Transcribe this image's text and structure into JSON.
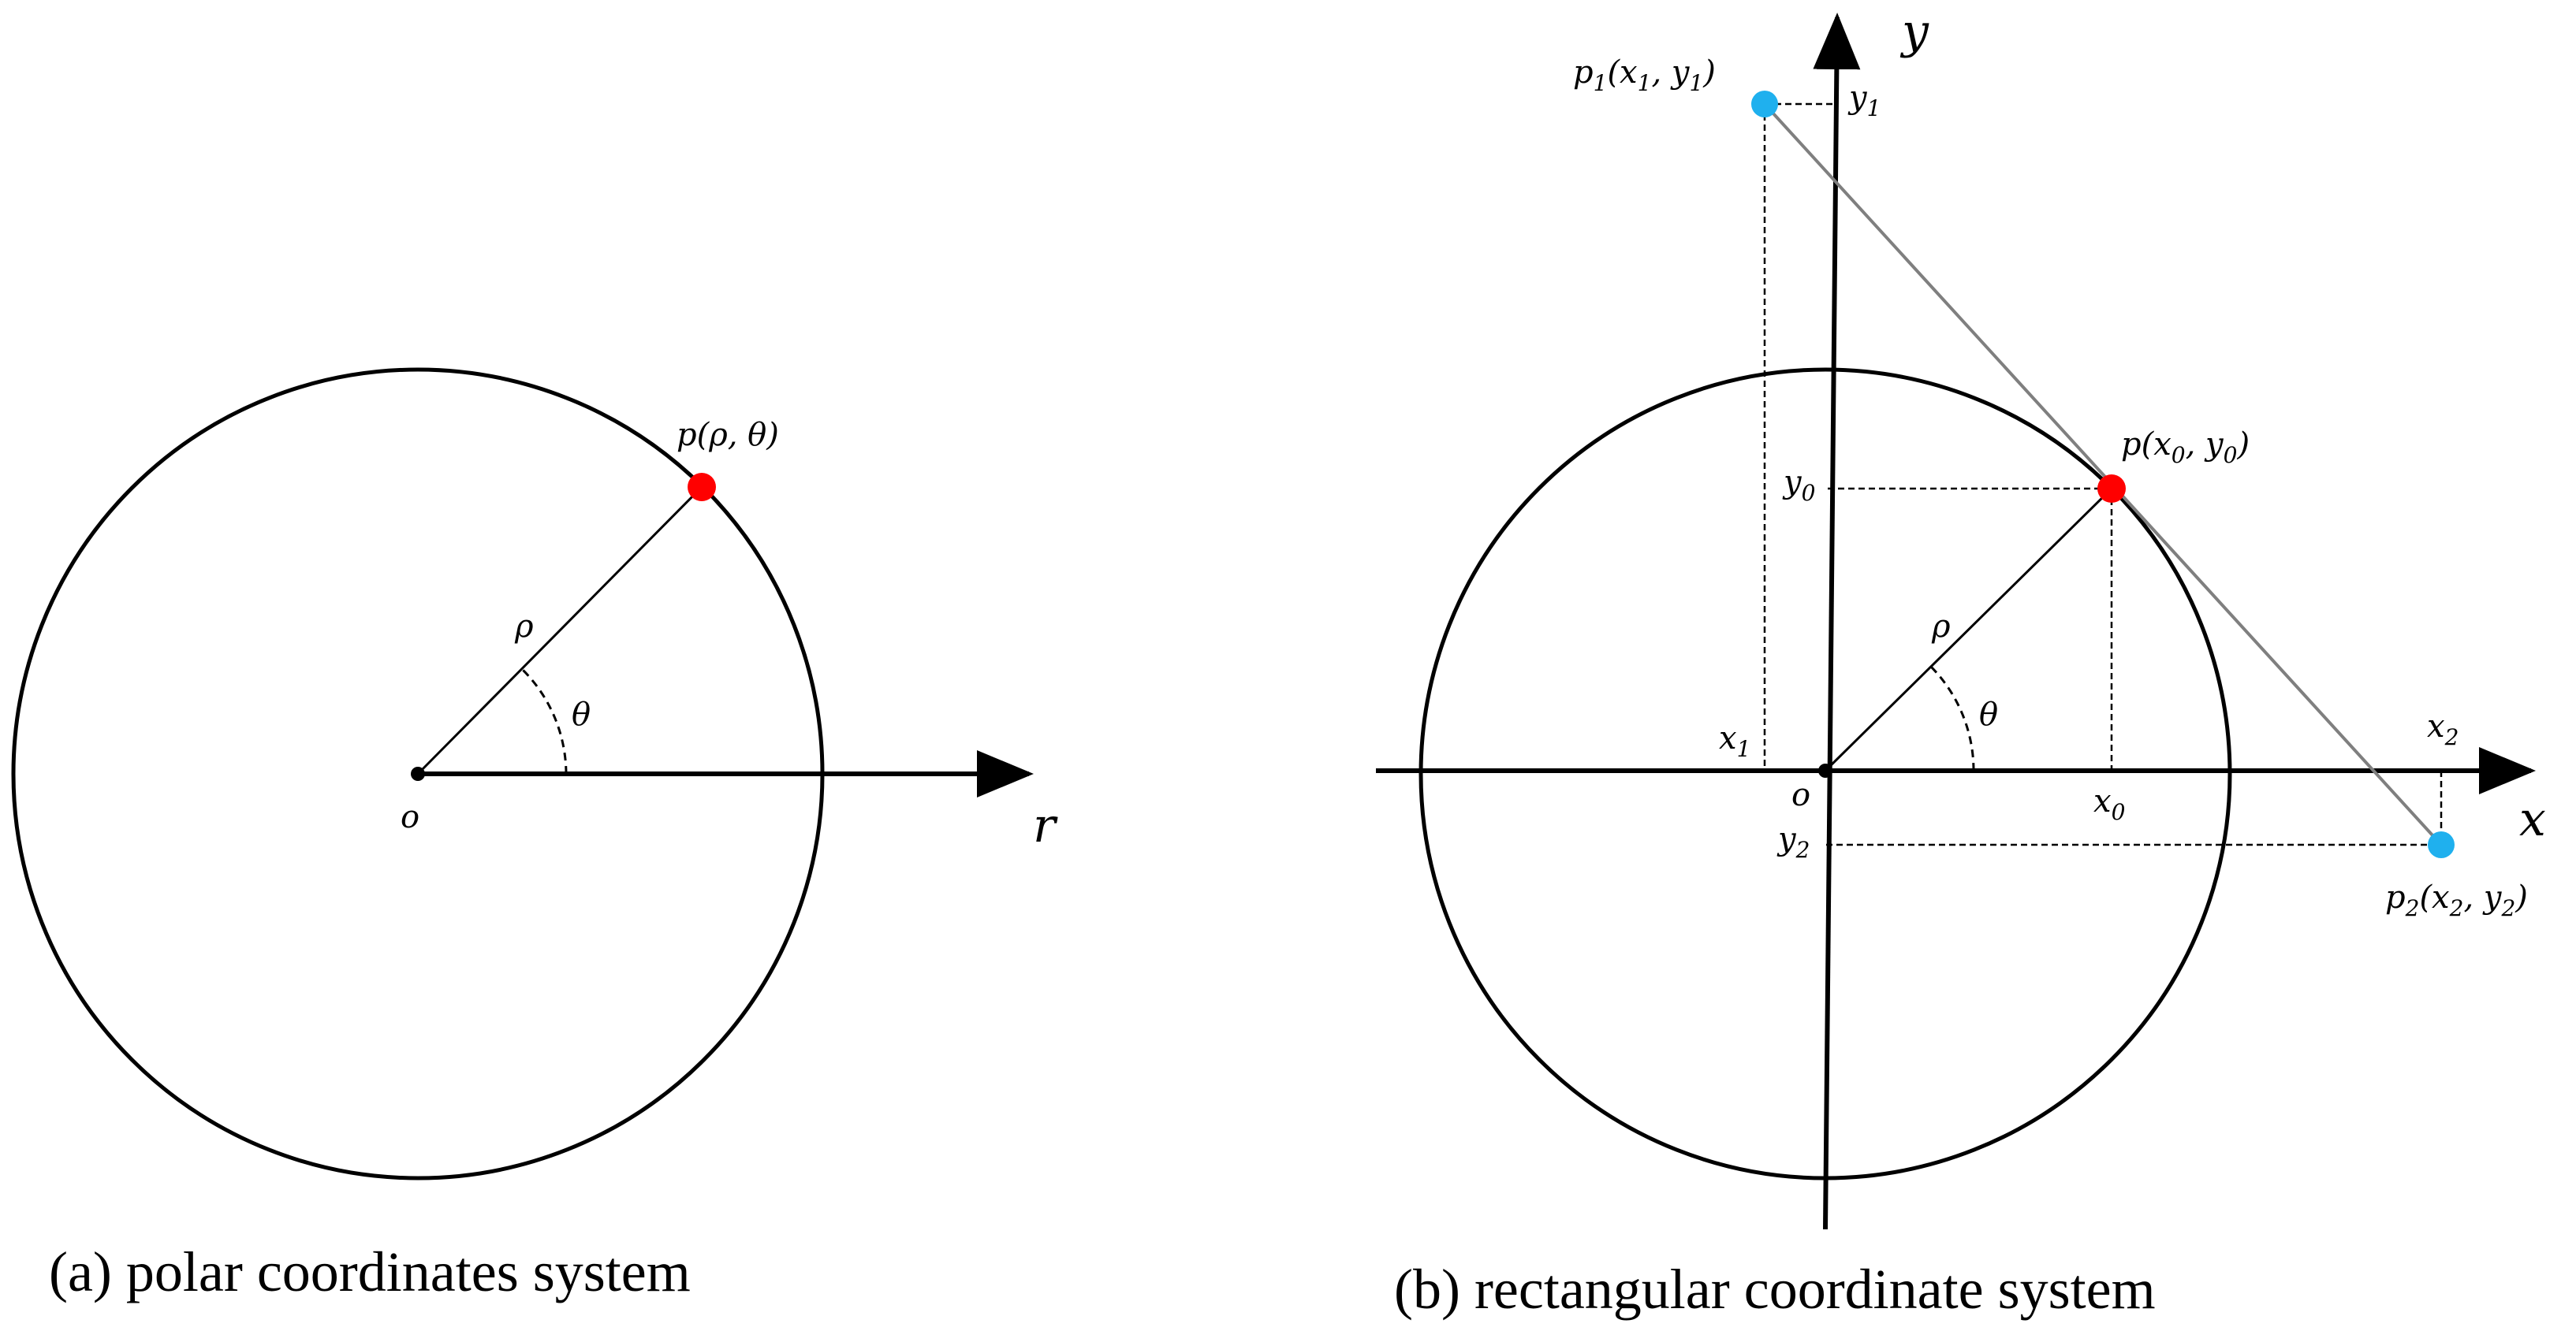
{
  "panel_a": {
    "caption": "(a) polar coordinates system",
    "point_label": "p(ρ, θ)",
    "radius_label": "ρ",
    "angle_label": "θ",
    "origin_label": "o",
    "axis_label": "r"
  },
  "panel_b": {
    "caption": "(b) rectangular coordinate system",
    "x_axis_label": "x",
    "y_axis_label": "y",
    "origin_label": "o",
    "radius_label": "ρ",
    "angle_label": "θ",
    "p0": {
      "label": "p(x",
      "sub0": "0",
      "mid": ", y",
      "sub1": "0",
      "end": ")"
    },
    "p1": {
      "label": "p",
      "sub": "1",
      "open": "(x",
      "sx": "1",
      "mid": ", y",
      "sy": "1",
      "end": ")"
    },
    "p2": {
      "label": "p",
      "sub": "2",
      "open": "(x",
      "sx": "2",
      "mid": ", y",
      "sy": "2",
      "end": ")"
    },
    "tick_x0": {
      "base": "x",
      "sub": "0"
    },
    "tick_y0": {
      "base": "y",
      "sub": "0"
    },
    "tick_x1": {
      "base": "x",
      "sub": "1"
    },
    "tick_y1": {
      "base": "y",
      "sub": "1"
    },
    "tick_x2": {
      "base": "x",
      "sub": "2"
    },
    "tick_y2": {
      "base": "y",
      "sub": "2"
    }
  },
  "colors": {
    "main_point": "#ff0000",
    "secondary_point": "#1fb0ee",
    "tangent_line": "#7f7f7f",
    "stroke": "#000000"
  }
}
